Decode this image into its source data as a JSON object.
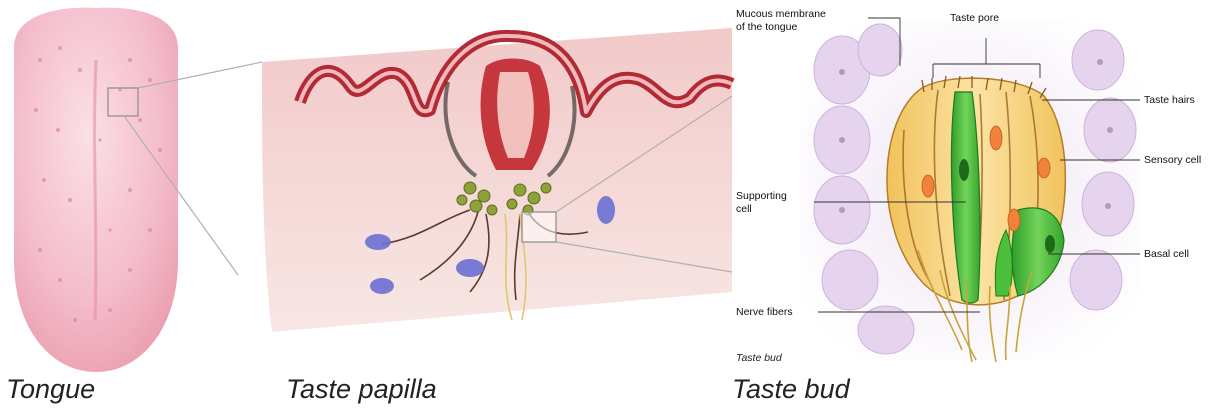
{
  "panels": {
    "tongue": {
      "title": "Tongue"
    },
    "papilla": {
      "title": "Taste papilla"
    },
    "bud": {
      "title": "Taste bud"
    }
  },
  "labels": {
    "mucous_line1": "Mucous membrane",
    "mucous_line2": "of the tongue",
    "taste_pore": "Taste pore",
    "taste_hairs": "Taste hairs",
    "sensory_cell": "Sensory cell",
    "supporting_line1": "Supporting",
    "supporting_line2": "cell",
    "basal_cell": "Basal cell",
    "nerve_fibers": "Nerve fibers"
  },
  "caption": "Taste bud",
  "colors": {
    "tongue_pink": "#f3b8c4",
    "papilla_red": "#c0353a",
    "taste_bud_cell_yellow": "#f6d27a",
    "supporting_cell_green": "#4bbf3a",
    "nucleus_orange": "#f0823a",
    "background_cell_purple": "#e9dcf0"
  }
}
